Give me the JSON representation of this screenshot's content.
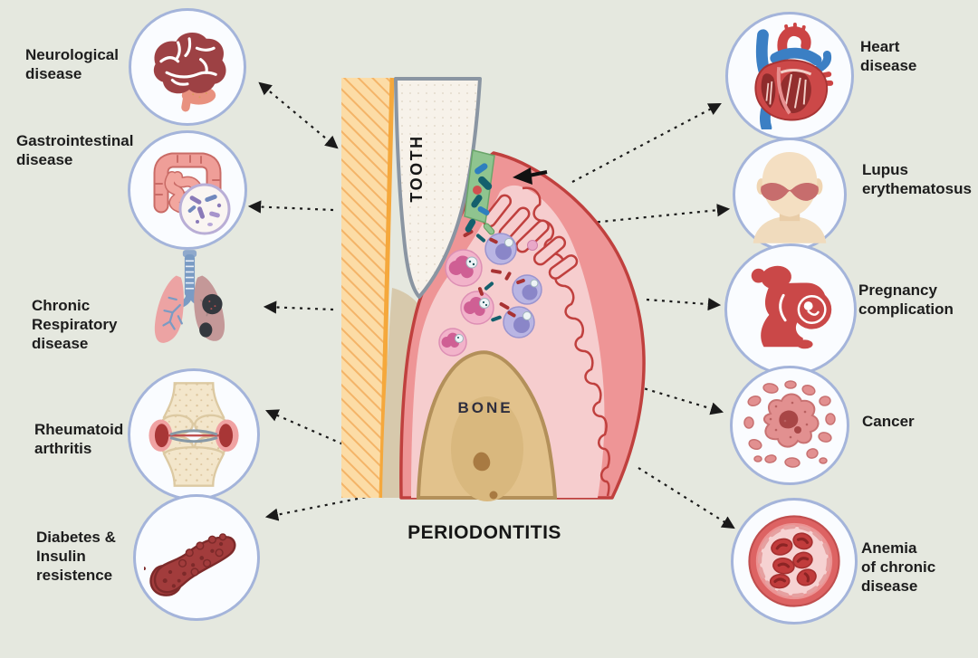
{
  "diagram_title": "PERIODONTITIS",
  "center": {
    "tooth_label": "TOOTH",
    "bone_label": "BONE",
    "black_arrow": "points-to-plaque"
  },
  "left_diseases": [
    {
      "id": "neurological",
      "label": "Neurological\ndisease",
      "icon": "brain-icon"
    },
    {
      "id": "gastrointestinal",
      "label": "Gastrointestinal\ndisease",
      "icon": "intestine-icon"
    },
    {
      "id": "respiratory",
      "label": "Chronic\nRespiratory\ndisease",
      "icon": "lungs-icon"
    },
    {
      "id": "rheumatoid",
      "label": "Rheumatoid\narthritis",
      "icon": "joint-icon"
    },
    {
      "id": "diabetes",
      "label": "Diabetes &\nInsulin\nresistence",
      "icon": "pancreas-icon"
    }
  ],
  "right_diseases": [
    {
      "id": "heart",
      "label": "Heart\ndisease",
      "icon": "heart-icon"
    },
    {
      "id": "lupus",
      "label": "Lupus\nerythematosus",
      "icon": "lupus-face-icon"
    },
    {
      "id": "pregnancy",
      "label": "Pregnancy\ncomplication",
      "icon": "pregnant-woman-icon"
    },
    {
      "id": "cancer",
      "label": "Cancer",
      "icon": "cancer-cells-icon"
    },
    {
      "id": "anemia",
      "label": "Anemia\nof chronic\ndisease",
      "icon": "red-blood-cells-icon"
    }
  ],
  "colors": {
    "background": "#e5e8df",
    "circle_border": "#a4b4da",
    "circle_fill": "#fafcff",
    "arrow": "#1a1a1a",
    "tooth_fill": "#f7f2ea",
    "tooth_outline": "#8a95a2",
    "dentin_hatch": "#fcdca6",
    "dentin_border": "#f5a83c",
    "gum_outer": "#ee9596",
    "gum_inner": "#f6cdce",
    "gum_outline": "#c0403e",
    "bone_fill": "#e2c28c",
    "bone_outline": "#b3905a",
    "plaque_green": "#8fc48f",
    "bacteria_teal": "#14606d",
    "bacteria_red": "#a83232"
  }
}
